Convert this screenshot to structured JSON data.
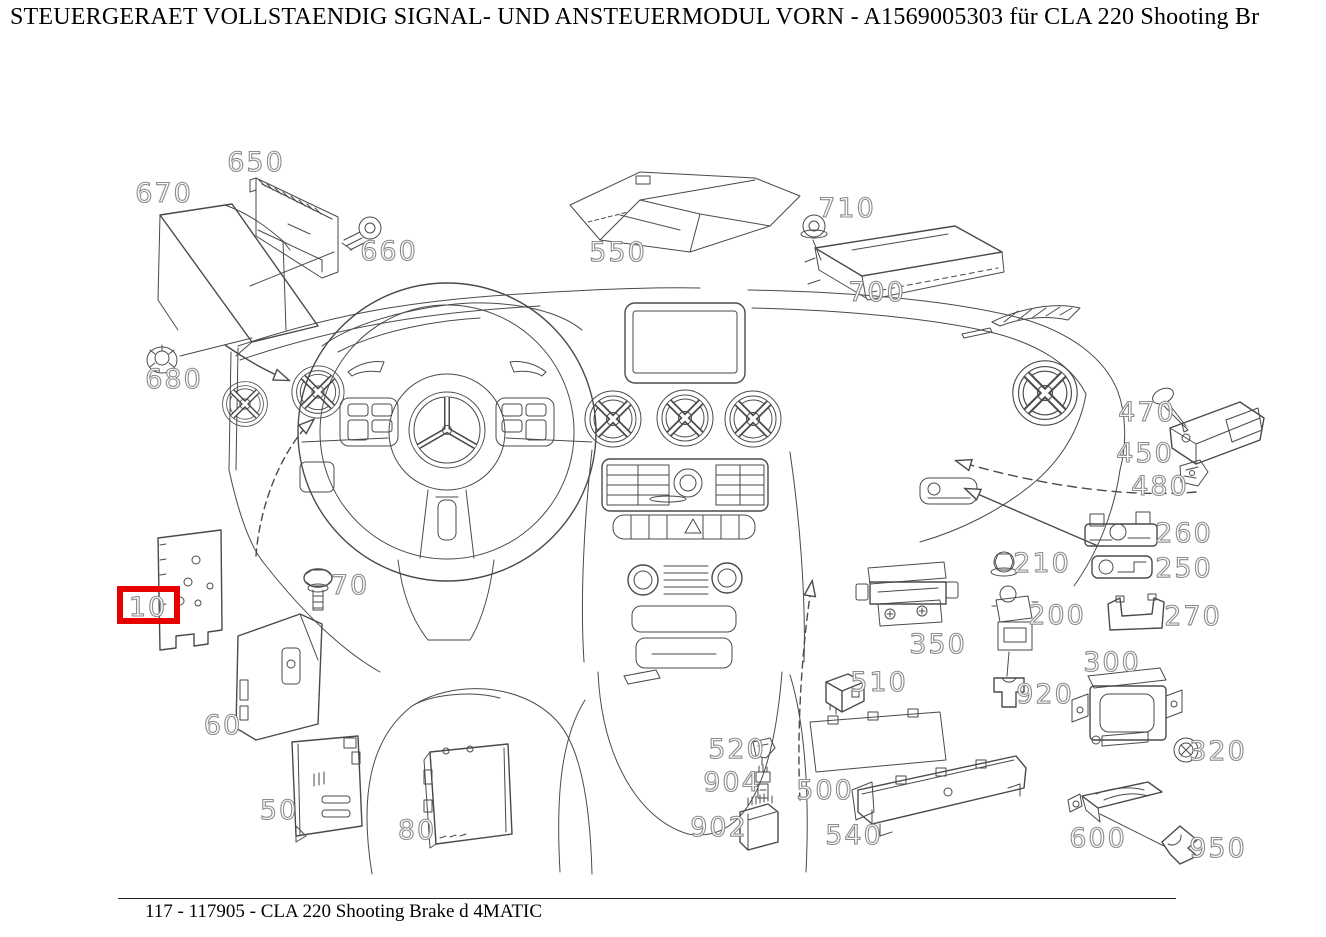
{
  "header": {
    "title": "STEUERGERAET VOLLSTAENDIG SIGNAL- UND ANSTEUERMODUL VORN - A1569005303 für CLA 220 Shooting Br"
  },
  "footer": {
    "caption": "117 - 117905 - CLA 220 Shooting Brake d 4MATIC"
  },
  "diagram": {
    "type": "exploded-parts-diagram",
    "highlight_color": "#e60000",
    "line_color": "#4a4a4a",
    "label_outline_color": "#8c8c8c",
    "highlighted_part_label": "10",
    "parts": {
      "p10": {
        "label": "10"
      },
      "p50": {
        "label": "50"
      },
      "p60": {
        "label": "60"
      },
      "p70": {
        "label": "70"
      },
      "p80": {
        "label": "80"
      },
      "p200": {
        "label": "200"
      },
      "p210": {
        "label": "210"
      },
      "p250": {
        "label": "250"
      },
      "p260": {
        "label": "260"
      },
      "p270": {
        "label": "270"
      },
      "p300": {
        "label": "300"
      },
      "p320": {
        "label": "320"
      },
      "p350": {
        "label": "350"
      },
      "p450": {
        "label": "450"
      },
      "p470": {
        "label": "470"
      },
      "p480": {
        "label": "480"
      },
      "p500": {
        "label": "500"
      },
      "p510": {
        "label": "510"
      },
      "p520": {
        "label": "520"
      },
      "p540": {
        "label": "540"
      },
      "p550": {
        "label": "550"
      },
      "p600": {
        "label": "600"
      },
      "p650": {
        "label": "650"
      },
      "p660": {
        "label": "660"
      },
      "p670": {
        "label": "670"
      },
      "p680": {
        "label": "680"
      },
      "p700": {
        "label": "700"
      },
      "p710": {
        "label": "710"
      },
      "p902": {
        "label": "902"
      },
      "p904": {
        "label": "904"
      },
      "p920": {
        "label": "920"
      },
      "p950": {
        "label": "950"
      }
    }
  }
}
